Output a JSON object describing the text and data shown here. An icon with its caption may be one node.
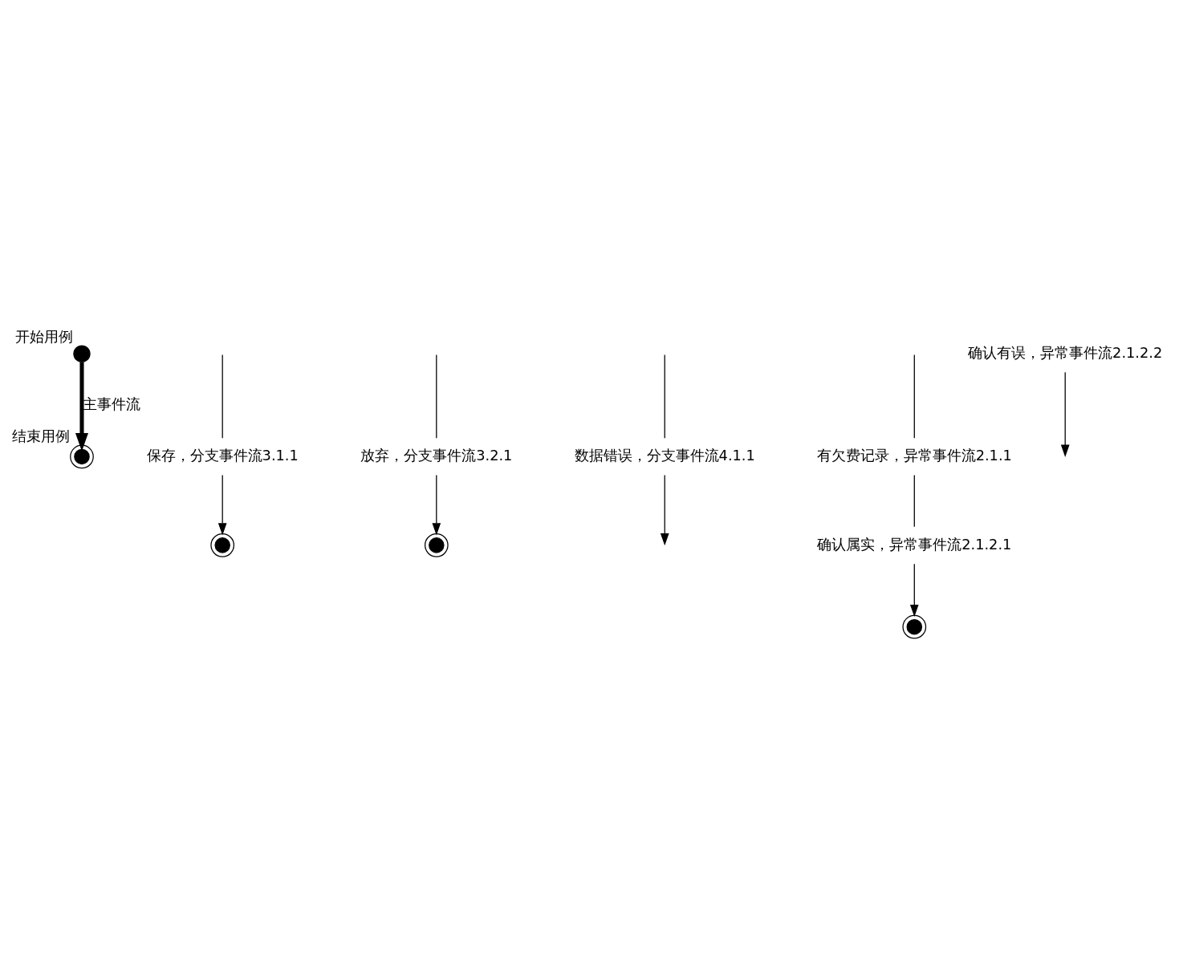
{
  "diagram": {
    "nodes": [
      {
        "text": [],
        "shape": "circle",
        "beside": [
          "开始用例"
        ]
      },
      {
        "text": [],
        "shape": "circle",
        "beside": [
          "结束用例"
        ]
      },
      {
        "text": [
          "保存，分支事件流3.1.1"
        ]
      },
      {
        "text": [
          "放弃，分支事件流3.2.1"
        ]
      },
      {
        "text": [
          "数据错误，分支事件流4.1.1"
        ]
      },
      {
        "text": [
          "有欠费记录，异常事件流2.1.1"
        ]
      },
      {
        "text": [
          "确认有误，异常事件流2.1.2.2"
        ]
      },
      {
        "text": [
          "确认属实，异常事件流2.1.2.1"
        ]
      },
      {
        "text": [],
        "shape": "circle"
      },
      {
        "text": [],
        "shape": "circle"
      },
      {
        "text": [],
        "shape": "circle"
      }
    ],
    "edges": [
      {
        "from": 0,
        "to": 1,
        "arrow": "to",
        "label": "主事件流",
        "style": "thick"
      },
      {
        "from": null,
        "to": 2,
        "arrow": "none"
      },
      {
        "from": 2,
        "to": 8,
        "arrow": "to"
      },
      {
        "from": null,
        "to": 3,
        "arrow": "none"
      },
      {
        "from": 3,
        "to": 9,
        "arrow": "to"
      },
      {
        "from": null,
        "to": 4,
        "arrow": "none"
      },
      {
        "from": 4,
        "to": null,
        "arrow": "to"
      },
      {
        "from": null,
        "to": 5,
        "arrow": "none"
      },
      {
        "from": 5,
        "to": 7,
        "arrow": "none"
      },
      {
        "from": 6,
        "to": null,
        "arrow": "to"
      },
      {
        "from": 7,
        "to": 10,
        "arrow": "to"
      }
    ]
  }
}
